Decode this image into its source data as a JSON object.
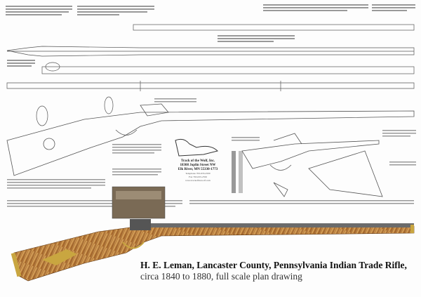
{
  "caption": {
    "title": "H. E. Leman, Lancaster County, Pennsylvania Indian Trade Rifle,",
    "subtitle": "circa 1840 to 1880, full scale plan drawing"
  },
  "company": {
    "name": "Track of the Wolf, Inc.",
    "street": "18308 Joplin Street NW",
    "city": "Elk River, MN 55330-1773",
    "telephone": "Telephone 763-633-2500",
    "fax": "Fax 763-633-2550",
    "web": "www.trackofthewolf.com"
  },
  "colors": {
    "line": "#555555",
    "maple_light": "#d9a55a",
    "maple_dark": "#8a4f1c",
    "brass": "#c9a640",
    "steel": "#6b6b6b"
  }
}
